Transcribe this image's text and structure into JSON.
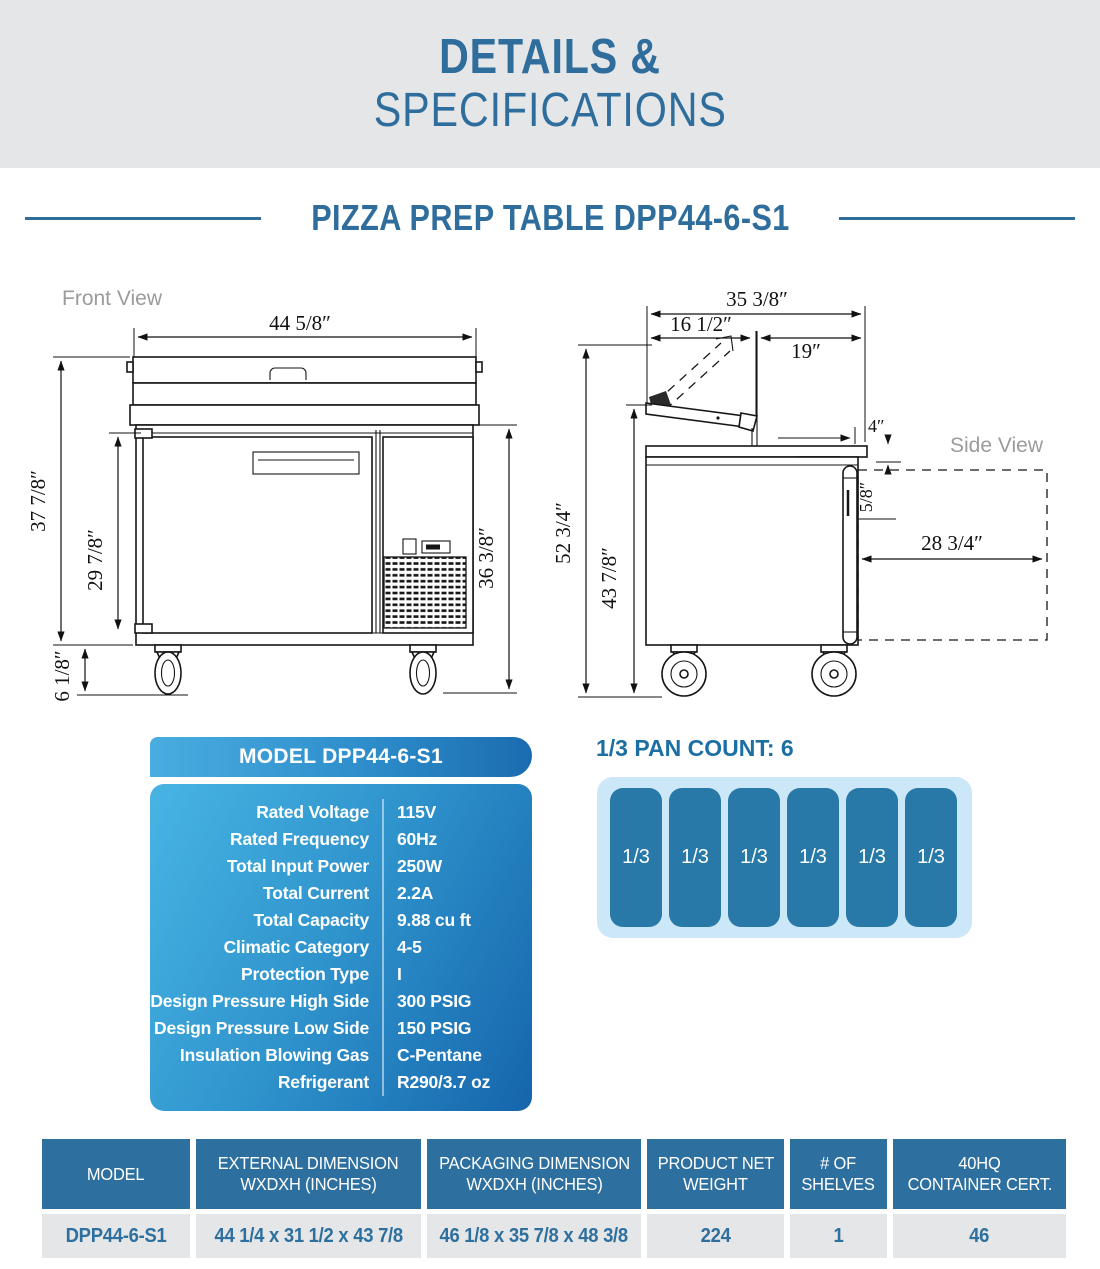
{
  "banner": {
    "line1": "DETAILS &",
    "line2": "SPECIFICATIONS"
  },
  "section_title": "PIZZA PREP TABLE DPP44-6-S1",
  "front_view": {
    "label": "Front View",
    "dim_width": "44 5/8″",
    "dim_total_height": "37 7/8″",
    "dim_door_height": "29 7/8″",
    "dim_caster_height": "6 1/8″",
    "dim_body_height": "36 3/8″"
  },
  "side_view": {
    "label": "Side View",
    "dim_total_depth": "35 3/8″",
    "dim_lid_depth": "16 1/2″",
    "dim_board_depth": "19″",
    "dim_overhang": "4″",
    "dim_gap": "5/8″",
    "dim_door_clearance": "28 3/4″",
    "dim_total_height": "52 3/4″",
    "dim_work_height": "43 7/8″"
  },
  "spec_card": {
    "header": "MODEL DPP44-6-S1",
    "rows": [
      {
        "label": "Rated Voltage",
        "value": "115V"
      },
      {
        "label": "Rated Frequency",
        "value": "60Hz"
      },
      {
        "label": "Total Input Power",
        "value": "250W"
      },
      {
        "label": "Total Current",
        "value": "2.2A"
      },
      {
        "label": "Total Capacity",
        "value": "9.88 cu ft"
      },
      {
        "label": "Climatic Category",
        "value": "4-5"
      },
      {
        "label": "Protection Type",
        "value": "I"
      },
      {
        "label": "Design Pressure High Side",
        "value": "300 PSIG"
      },
      {
        "label": "Design Pressure Low Side",
        "value": "150 PSIG"
      },
      {
        "label": "Insulation Blowing Gas",
        "value": "C-Pentane"
      },
      {
        "label": "Refrigerant",
        "value": "R290/3.7 oz"
      }
    ]
  },
  "pan_section": {
    "heading": "1/3 PAN COUNT: 6",
    "count": 6,
    "pan_label": "1/3"
  },
  "bottom_table": {
    "headers": [
      {
        "line1": "MODEL",
        "line2": ""
      },
      {
        "line1": "EXTERNAL DIMENSION",
        "line2": "WXDXH (INCHES)"
      },
      {
        "line1": "PACKAGING DIMENSION",
        "line2": "WXDXH (INCHES)"
      },
      {
        "line1": "PRODUCT NET",
        "line2": "WEIGHT"
      },
      {
        "line1": "# OF",
        "line2": "SHELVES"
      },
      {
        "line1": "40HQ",
        "line2": "CONTAINER CERT."
      }
    ],
    "row": [
      "DPP44-6-S1",
      "44 1/4 x 31 1/2 x 43 7/8",
      "46 1/8 x 35 7/8 x 48 3/8",
      "224",
      "1",
      "46"
    ]
  },
  "colors": {
    "accent_blue": "#2e6d9c",
    "banner_bg": "#e5e6e8",
    "card_gradient_start": "#47b5e4",
    "card_gradient_end": "#1565ac",
    "pan_box_bg": "#cbe7f8",
    "pan_bg": "#2878a8",
    "table_header_bg": "#2d6f9e",
    "table_row_bg": "#e5e6e7"
  }
}
